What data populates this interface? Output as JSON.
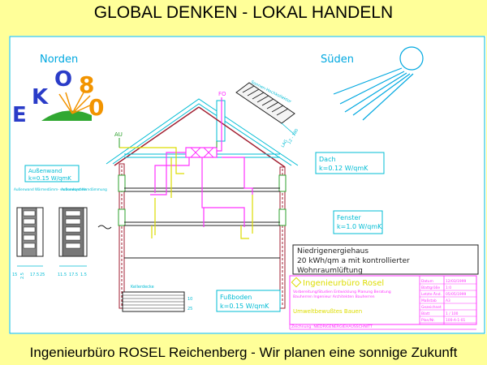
{
  "header": {
    "title": "GLOBAL DENKEN  -  LOKAL HANDELN"
  },
  "footer": {
    "text": "Ingenieurbüro ROSEL Reichenberg - Wir planen eine sonnige Zukunft"
  },
  "logo": {
    "letters": [
      "E",
      "K",
      "O",
      "8",
      "0"
    ]
  },
  "compass": {
    "north": "Norden",
    "south": "Süden"
  },
  "roof_panel": {
    "label": "Sonnen-Hochkollektor"
  },
  "labels": {
    "fo": "FO",
    "au": "AU",
    "roof_dims_1": "12 - 180",
    "roof_dims_2": "LAG",
    "dims_left_1": "15",
    "dims_left_2": "2.5",
    "dims_left_3": "17.5",
    "dims_left_4": "25",
    "dims_right_1": "11.5",
    "dims_right_2": "17.5",
    "dims_right_3": "1.5",
    "floor_dims_1": "10",
    "floor_dims_2": "25"
  },
  "wall": {
    "title": "Außenwand",
    "u_value": "k=0.15 W/qmK",
    "left_type": "Außenwand Wärmedämm- verbundsystem",
    "right_type": "Außenwand Kerndämmung"
  },
  "roof_box": {
    "title": "Dach",
    "u_value": "k=0.12 W/qmK"
  },
  "window_box": {
    "title": "Fenster",
    "u_value": "k=1.0 W/qmK"
  },
  "floor": {
    "title": "Fußboden",
    "u_value": "k=0.15 W/qmK",
    "cellar_label": "Kellerdecke"
  },
  "concept": {
    "line1": "Niedrigenergiehaus",
    "line2": "20 kWh/qm a  mit kontrollierter",
    "line3": "Wohnraumlüftung"
  },
  "titleblock": {
    "company": "Ingenieurbüro Rosel",
    "desc1": "Vorbereitung/Studien Entwicklung Planung Beratung",
    "desc2": "Bauherren Ingenieur Architekten Bauherren",
    "project": "Umweltbewußtes Bauen",
    "drawing_label": "Zeichnung: NIEDRIGENERGIEHAUSSCHNITT",
    "rows": [
      {
        "key": "Datum",
        "val": "12/03/1999"
      },
      {
        "key": "Blattgröße",
        "val": "1:0"
      },
      {
        "key": "Letzte Änd.",
        "val": "05/05/1999"
      },
      {
        "key": "Maßstab",
        "val": "A3"
      },
      {
        "key": "Gezeichnet",
        "val": ""
      },
      {
        "key": "Blatt",
        "val": "1 / 100"
      },
      {
        "key": "Plan/Nr.",
        "val": "100-A-1-01"
      }
    ]
  },
  "colors": {
    "page_bg": "#ffff99",
    "sheet_bg": "#ffffff",
    "drawing": "#00bcd4",
    "wall": "#a11e30",
    "duct": "#ff33ff",
    "pipe": "#dddd00",
    "logo_blue": "#2a3cc8",
    "logo_orange": "#f29400"
  }
}
